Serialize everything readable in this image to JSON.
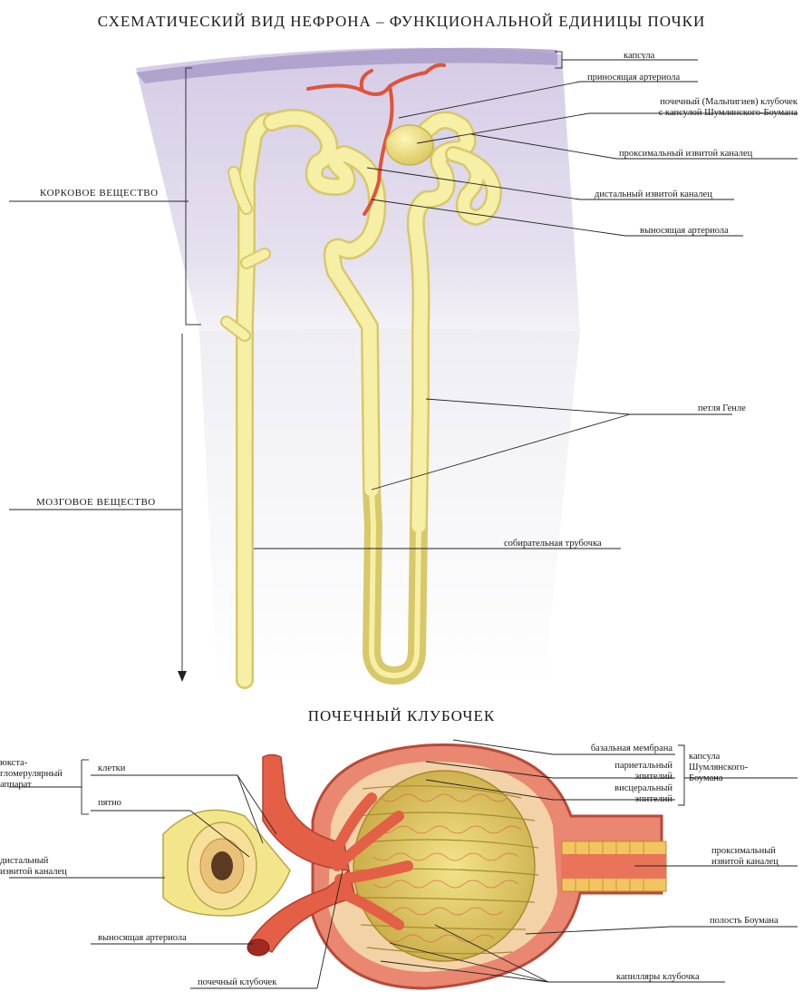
{
  "title_top": "СХЕМАТИЧЕСКИЙ ВИД НЕФРОНА – ФУНКЦИОНАЛЬНОЙ ЕДИНИЦЫ ПОЧКИ",
  "title_bottom": "ПОЧЕЧНЫЙ КЛУБОЧЕК",
  "top_labels": {
    "capsule": "капсула",
    "afferent": "приносящая артериола",
    "glomerulus_line1": "почечный (Мальпигиев) клубочек",
    "glomerulus_line2": "с капсулой Шумлянского-Боумана",
    "proximal": "проксимальный извитой каналец",
    "distal": "дистальный извитой каналец",
    "efferent": "выносящая артериола",
    "henle": "петля Генле",
    "collecting": "собирательная трубочка",
    "cortex": "КОРКОВОЕ ВЕЩЕСТВО",
    "medulla": "МОЗГОВОЕ ВЕЩЕСТВО"
  },
  "bottom_labels": {
    "jga_line1": "юкста-",
    "jga_line2": "гломерулярный",
    "jga_line3": "аппарат",
    "cells": "клетки",
    "spot": "пятно",
    "distal_line1": "дистальный",
    "distal_line2": "извитой каналец",
    "efferent": "выносящая артериола",
    "glomerulus": "почечный клубочек",
    "basal": "базальная мембрана",
    "parietal_line1": "париетальный",
    "parietal_line2": "эпителий",
    "visceral_line1": "висцеральный",
    "visceral_line2": "эпителий",
    "capsule_line1": "капсула",
    "capsule_line2": "Шумлянского-",
    "capsule_line3": "Боумана",
    "proximal_line1": "проксимальный",
    "proximal_line2": "извитой каналец",
    "bowman": "полость Боумана",
    "capillaries": "капилляры клубочка"
  },
  "colors": {
    "tubule": "#f3ec9c",
    "tubule_edge": "#d8c86a",
    "artery": "#e0533a",
    "cortex": "#ddd6ea",
    "capsule_band": "#a99bc8",
    "glomerulus_tissue": "#d9624b",
    "capillary_yellow": "#e8d86a"
  }
}
